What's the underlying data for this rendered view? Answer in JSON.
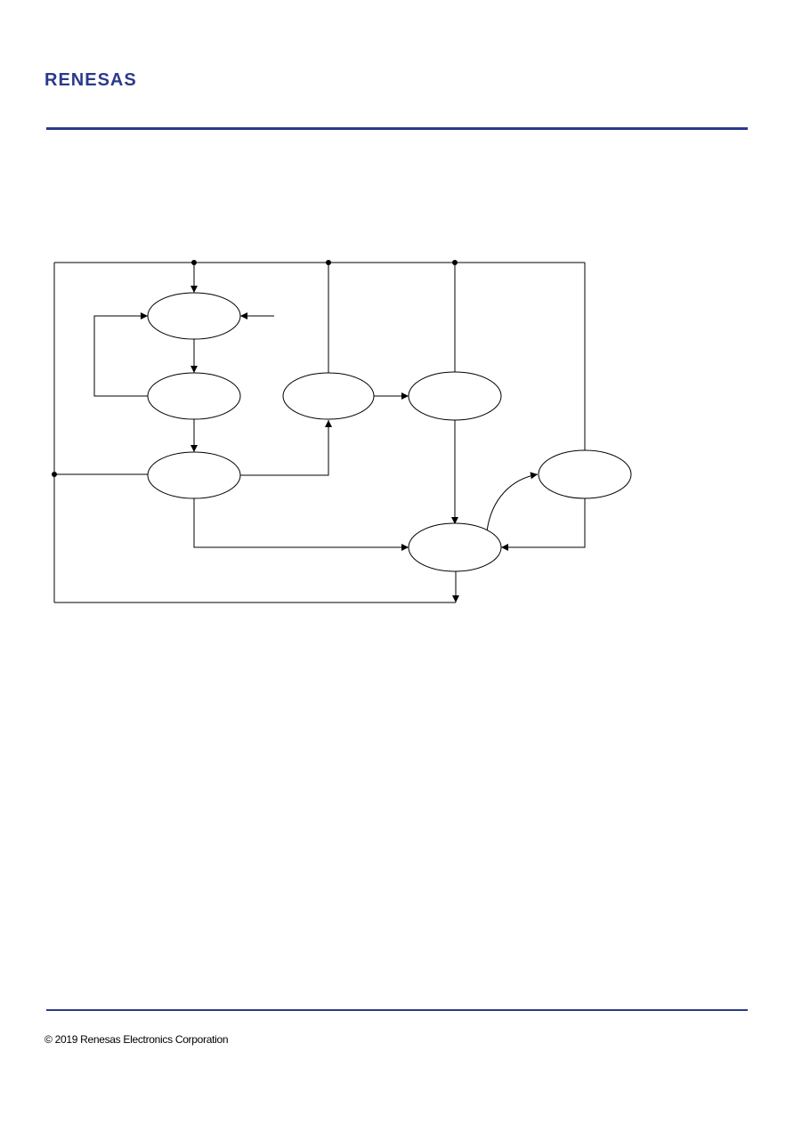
{
  "header": {
    "brand": "RENESAS",
    "rule_color": "#2b3a8c"
  },
  "footer": {
    "copyright": "© 2019 Renesas Electronics Corporation"
  },
  "diagram": {
    "line_color": "#000000",
    "states": [
      {
        "id": "s1",
        "label": ""
      },
      {
        "id": "s2",
        "label": ""
      },
      {
        "id": "s3",
        "label": ""
      },
      {
        "id": "s4",
        "label": ""
      },
      {
        "id": "s5",
        "label": ""
      },
      {
        "id": "s6",
        "label": ""
      },
      {
        "id": "s7",
        "label": ""
      }
    ]
  }
}
